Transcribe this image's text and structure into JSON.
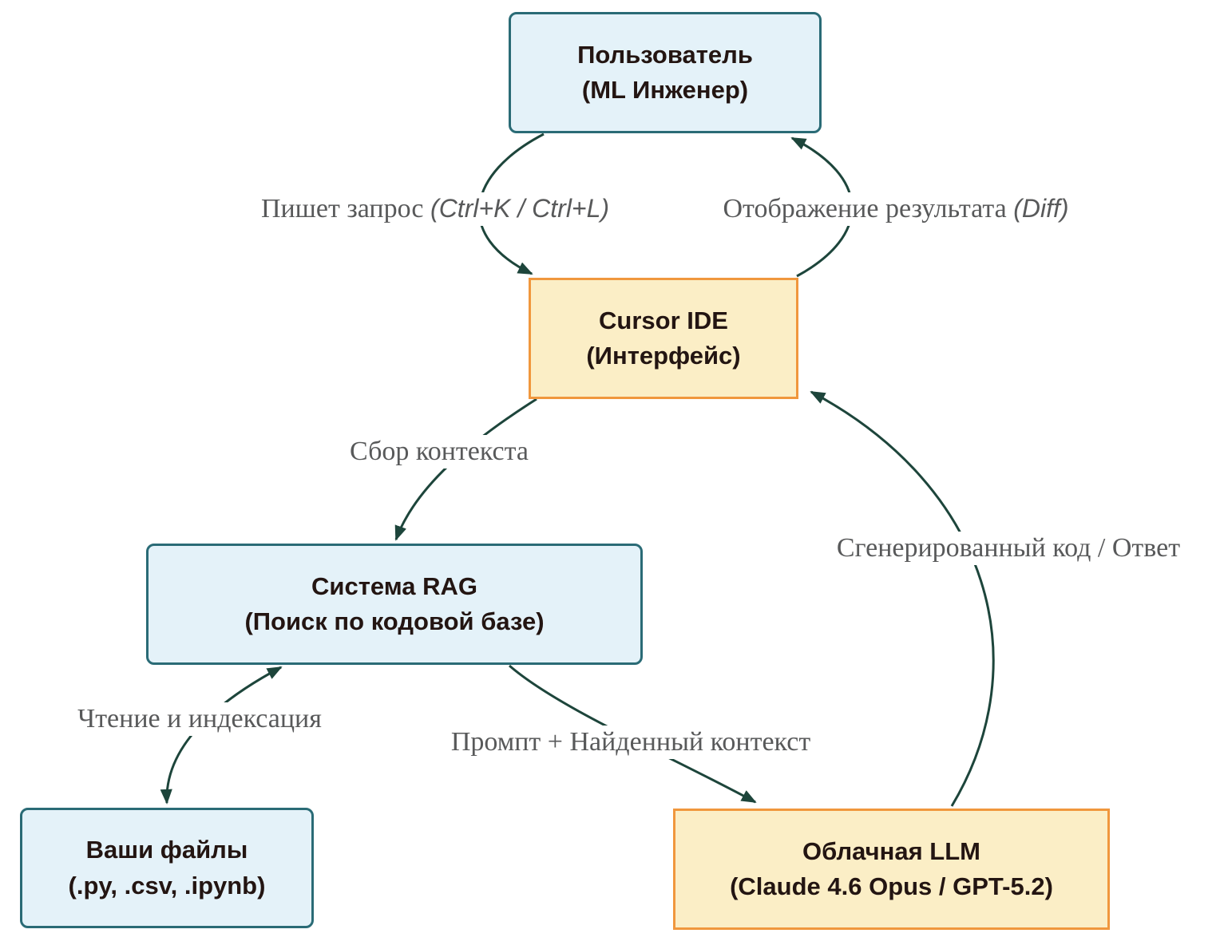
{
  "diagram": {
    "type": "flowchart",
    "background": "#ffffff",
    "colors": {
      "node_blue_fill": "#e4f2f9",
      "node_blue_border": "#2a6b76",
      "node_yellow_fill": "#fbeec6",
      "node_yellow_border": "#f0973d",
      "arrow": "#1d453b",
      "edge_label_text": "#58595a",
      "node_text": "#231512"
    },
    "nodes": [
      {
        "id": "user",
        "line1": "Пользователь",
        "line2": "(ML Инженер)",
        "style": "blue"
      },
      {
        "id": "cursor",
        "line1": "Cursor IDE",
        "line2": "(Интерфейс)",
        "style": "yellow"
      },
      {
        "id": "rag",
        "line1": "Система RAG",
        "line2": "(Поиск по кодовой базе)",
        "style": "blue"
      },
      {
        "id": "files",
        "line1": "Ваши файлы",
        "line2": "(.py, .csv, .ipynb)",
        "style": "blue"
      },
      {
        "id": "llm",
        "line1": "Облачная LLM",
        "line2": "(Claude 4.6 Opus / GPT-5.2)",
        "style": "yellow"
      }
    ],
    "edges": [
      {
        "from": "user",
        "to": "cursor",
        "label": "Пишет запрос",
        "label_em": "(Ctrl+K / Ctrl+L)",
        "bidirectional": false
      },
      {
        "from": "cursor",
        "to": "user",
        "label": "Отображение результата",
        "label_em": "(Diff)",
        "bidirectional": false
      },
      {
        "from": "cursor",
        "to": "rag",
        "label": "Сбор контекста",
        "label_em": "",
        "bidirectional": false
      },
      {
        "from": "files",
        "to": "rag",
        "label": "Чтение и индексация",
        "label_em": "",
        "bidirectional": true
      },
      {
        "from": "rag",
        "to": "llm",
        "label": "Промпт + Найденный контекст",
        "label_em": "",
        "bidirectional": false
      },
      {
        "from": "llm",
        "to": "cursor",
        "label": "Сгенерированный код / Ответ",
        "label_em": "",
        "bidirectional": false
      }
    ]
  }
}
